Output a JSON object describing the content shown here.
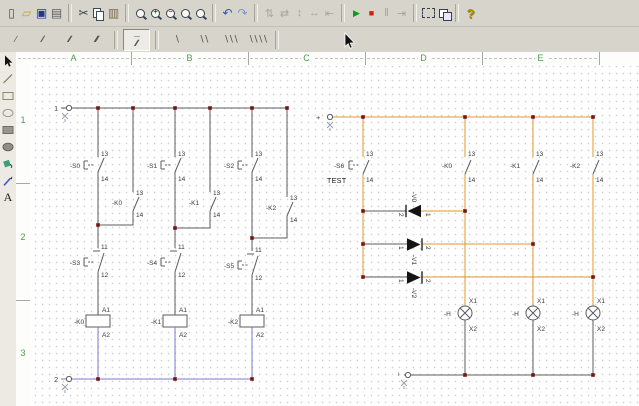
{
  "toolbar_main": {
    "buttons": [
      {
        "id": "new",
        "glyph": "▯"
      },
      {
        "id": "open",
        "glyph": "▱"
      },
      {
        "id": "save",
        "glyph": "▣"
      },
      {
        "id": "print",
        "glyph": "▤"
      },
      {
        "id": "cut",
        "glyph": "✂"
      },
      {
        "id": "copy"
      },
      {
        "id": "paste",
        "glyph": "▥"
      },
      {
        "id": "zoom-redraw"
      },
      {
        "id": "zoom-in",
        "mark": "+"
      },
      {
        "id": "zoom-out",
        "mark": "−"
      },
      {
        "id": "zoom-page"
      },
      {
        "id": "zoom-previous"
      },
      {
        "id": "undo",
        "glyph": "↶"
      },
      {
        "id": "redo",
        "glyph": "↷"
      },
      {
        "id": "rotate-left",
        "glyph": "⇅",
        "disabled": true
      },
      {
        "id": "rotate-right",
        "glyph": "⇄",
        "disabled": true
      },
      {
        "id": "flip-vertical",
        "glyph": "↕",
        "disabled": true
      },
      {
        "id": "flip-horizontal",
        "glyph": "↔",
        "disabled": true
      },
      {
        "id": "align",
        "glyph": "⇤",
        "disabled": true
      },
      {
        "id": "simulate-start",
        "glyph": "▶"
      },
      {
        "id": "simulate-stop",
        "glyph": "■"
      },
      {
        "id": "simulate-pause",
        "glyph": "‖",
        "disabled": true
      },
      {
        "id": "simulate-step",
        "glyph": "⇥",
        "disabled": true
      },
      {
        "id": "selection-window"
      },
      {
        "id": "cascade-windows"
      },
      {
        "id": "help",
        "glyph": "?"
      }
    ]
  },
  "toolbar_symbols": {
    "buttons": [
      {
        "id": "contact-no-1",
        "glyph": "∕"
      },
      {
        "id": "contact-no-2",
        "glyph": "∕∕"
      },
      {
        "id": "contact-no-3",
        "glyph": "∕∕∕"
      },
      {
        "id": "contact-no-4",
        "glyph": "∕∕∕∕"
      },
      {
        "id": "relay-3-contacts",
        "glyph": "···\n∕∕∕",
        "pressed": true
      },
      {
        "id": "contact-nc-1",
        "glyph": "∖"
      },
      {
        "id": "contact-nc-2",
        "glyph": "∖∖"
      },
      {
        "id": "contact-nc-3",
        "glyph": "∖∖∖"
      },
      {
        "id": "contact-nc-4",
        "glyph": "∖∖∖∖"
      }
    ]
  },
  "tool_palette": {
    "text_tool_label": "A"
  },
  "sheet": {
    "columns": [
      "A",
      "B",
      "C",
      "D",
      "E"
    ],
    "rows": [
      "1",
      "2",
      "3"
    ]
  },
  "colors": {
    "wire_orange": "#e09a28",
    "wire_blue": "#7878cf",
    "junction_maroon": "#771414",
    "reference_green": "#4a9e4a"
  },
  "schematic": {
    "control": {
      "top_terminal": "1",
      "bottom_terminal": "2",
      "branches": [
        {
          "start": {
            "ref": "-S0",
            "t1": "13",
            "t2": "14"
          },
          "seal": {
            "ref": "-K0",
            "t1": "13",
            "t2": "14"
          },
          "stop": {
            "ref": "-S3",
            "t1": "11",
            "t2": "12"
          },
          "coil": {
            "ref": "-K0",
            "t1": "A1",
            "t2": "A2"
          }
        },
        {
          "start": {
            "ref": "-S1",
            "t1": "13",
            "t2": "14"
          },
          "seal": {
            "ref": "-K1",
            "t1": "13",
            "t2": "14"
          },
          "stop": {
            "ref": "-S4",
            "t1": "11",
            "t2": "12"
          },
          "coil": {
            "ref": "-K1",
            "t1": "A1",
            "t2": "A2"
          }
        },
        {
          "start": {
            "ref": "-S2",
            "t1": "13",
            "t2": "14"
          },
          "seal": {
            "ref": "-K2",
            "t1": "13",
            "t2": "14"
          },
          "stop": {
            "ref": "-S5",
            "t1": "11",
            "t2": "12"
          },
          "coil": {
            "ref": "-K2",
            "t1": "A1",
            "t2": "A2"
          }
        }
      ]
    },
    "test": {
      "top_terminal": "+",
      "bottom_terminal": "−",
      "button": {
        "ref": "-S6",
        "caption": "TEST",
        "t1": "13",
        "t2": "14"
      },
      "diodes": [
        {
          "ref": "-V0",
          "left_t": "2",
          "right_t": "1"
        },
        {
          "ref": "-V1",
          "left_t": "1",
          "right_t": "2"
        },
        {
          "ref": "-V2",
          "left_t": "1",
          "right_t": "2"
        }
      ],
      "lamps": [
        {
          "contact_ref": "-K0",
          "t1": "13",
          "t2": "14",
          "lamp_ref": "-H",
          "x1": "X1",
          "x2": "X2"
        },
        {
          "contact_ref": "-K1",
          "t1": "13",
          "t2": "14",
          "lamp_ref": "-H",
          "x1": "X1",
          "x2": "X2"
        },
        {
          "contact_ref": "-K2",
          "t1": "13",
          "t2": "14",
          "lamp_ref": "-H",
          "x1": "X1",
          "x2": "X2"
        }
      ]
    }
  }
}
